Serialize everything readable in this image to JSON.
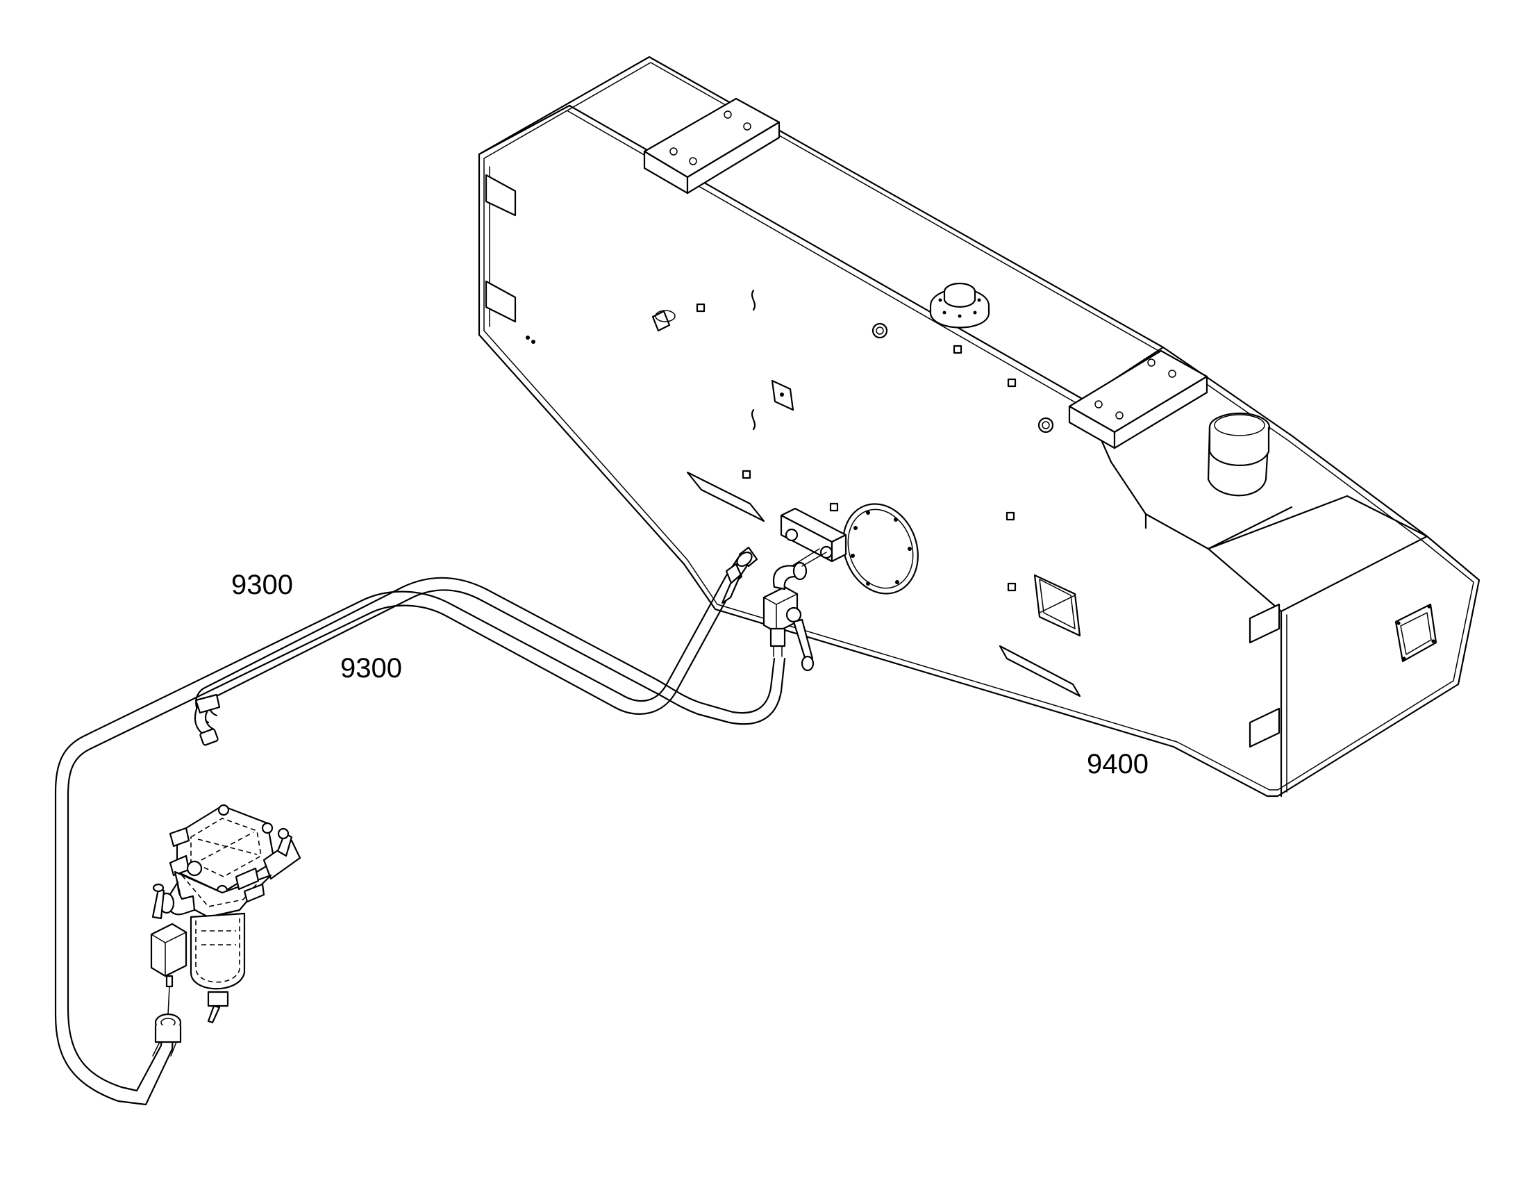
{
  "diagram": {
    "background": "#ffffff",
    "line_color": "#000000",
    "labels": [
      {
        "id": "hose-upper",
        "text": "9300"
      },
      {
        "id": "hose-lower",
        "text": "9300"
      },
      {
        "id": "fuel-tank",
        "text": "9400"
      }
    ]
  }
}
